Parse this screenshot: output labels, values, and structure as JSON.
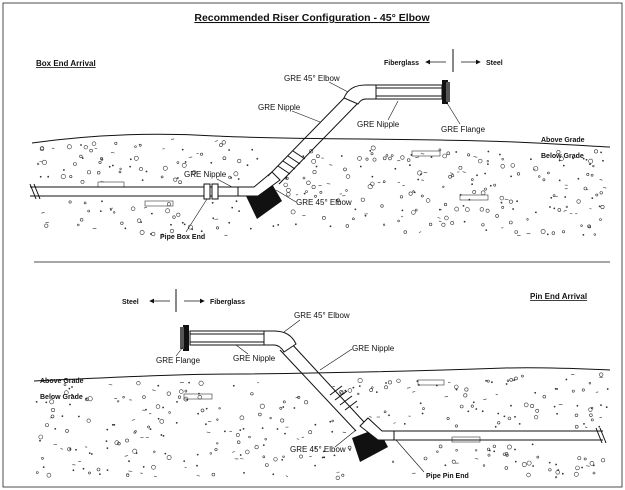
{
  "title": "Recommended Riser Configuration - 45° Elbow",
  "top": {
    "heading": "Box End Arrival",
    "labels": {
      "gre_45_elbow_upper": "GRE 45° Elbow",
      "fiberglass": "Fiberglass",
      "steel": "Steel",
      "gre_nipple_mid": "GRE Nipple",
      "gre_nipple_right": "GRE Nipple",
      "gre_flange": "GRE Flange",
      "above_grade": "Above Grade",
      "below_grade": "Below Grade",
      "gre_nipple_lower": "GRE Nipple",
      "gre_45_elbow_lower": "GRE 45° Elbow",
      "pipe_end": "Pipe Box End"
    }
  },
  "bottom": {
    "heading": "Pin End Arrival",
    "labels": {
      "steel": "Steel",
      "fiberglass": "Fiberglass",
      "gre_45_elbow_upper": "GRE 45° Elbow",
      "gre_nipple_right": "GRE Nipple",
      "gre_flange": "GRE Flange",
      "gre_nipple_left": "GRE Nipple",
      "above_grade": "Above Grade",
      "below_grade": "Below Grade",
      "gre_45_elbow_lower": "GRE 45° Elbow",
      "pipe_end": "Pipe Pin End"
    }
  },
  "colors": {
    "ink": "#111111",
    "background": "#ffffff"
  },
  "icons": {
    "arrow": "arrow-icon",
    "flange": "flange-icon",
    "thrust_block": "thrust-block-icon"
  }
}
